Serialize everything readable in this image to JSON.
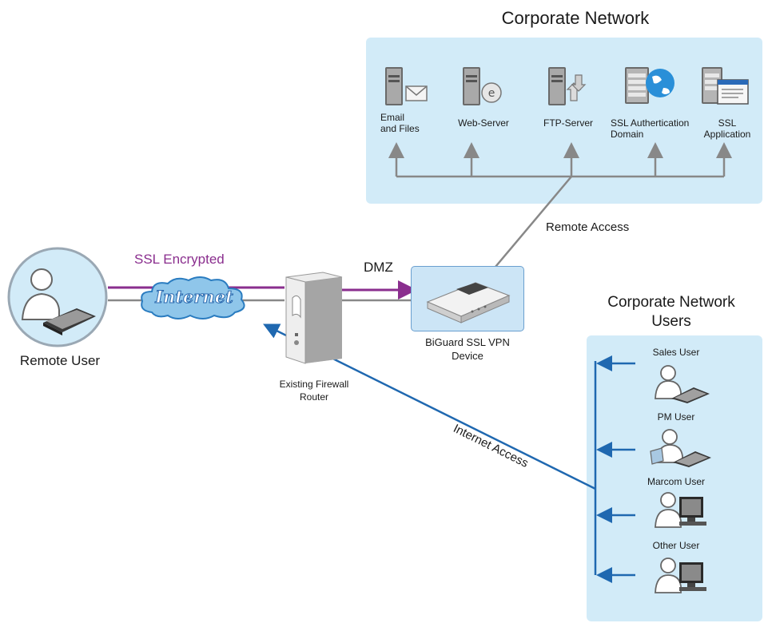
{
  "corporate_network": {
    "title": "Corporate Network",
    "servers": [
      {
        "icon": "email-server-icon",
        "label": "Email\nand Files"
      },
      {
        "icon": "web-server-icon",
        "label": "Web-Server"
      },
      {
        "icon": "ftp-server-icon",
        "label": "FTP-Server"
      },
      {
        "icon": "ssl-auth-server-icon",
        "label": "SSL Authertication\nDomain"
      },
      {
        "icon": "ssl-application-server-icon",
        "label": "SSL\nApplication"
      }
    ]
  },
  "remote_user": {
    "label": "Remote User"
  },
  "internet_cloud": {
    "text": "Internet"
  },
  "ssl_link": {
    "label": "SSL Encrypted",
    "color": "#8a2e8e"
  },
  "firewall": {
    "label": "Existing Firewall\nRouter"
  },
  "dmz": {
    "label": "DMZ"
  },
  "vpn_device": {
    "label": "BiGuard SSL VPN\nDevice"
  },
  "remote_access": {
    "label": "Remote Access",
    "color": "#888888"
  },
  "internet_access": {
    "label": "Internet Access",
    "color": "#1f68b0"
  },
  "corporate_users": {
    "title": "Corporate Network\nUsers",
    "users": [
      {
        "label": "Sales User",
        "icon": "laptop-user-icon"
      },
      {
        "label": "PM User",
        "icon": "laptop-user-icon"
      },
      {
        "label": "Marcom User",
        "icon": "desktop-user-icon"
      },
      {
        "label": "Other User",
        "icon": "desktop-user-icon"
      }
    ]
  },
  "colors": {
    "panel": "#d2ebf8",
    "ssl": "#8a2e8e",
    "internet_access": "#1f68b0",
    "line": "#888888"
  }
}
